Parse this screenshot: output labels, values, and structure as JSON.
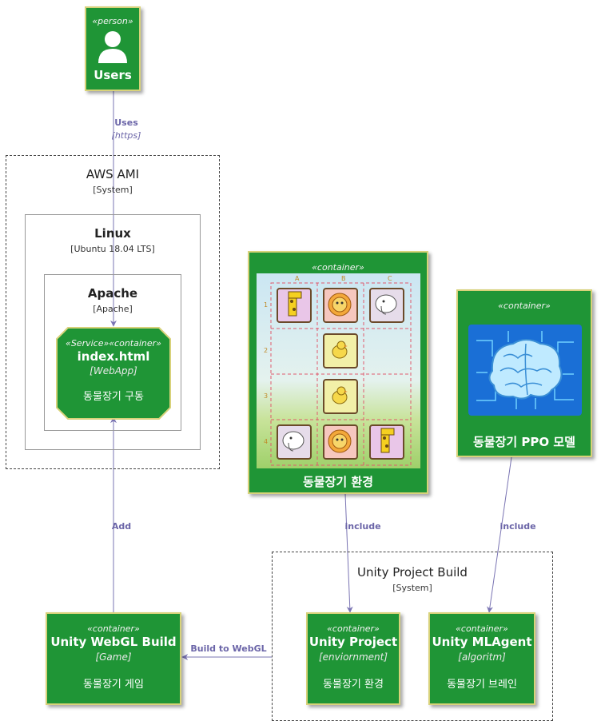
{
  "users": {
    "stereotype": "«person»",
    "name": "Users"
  },
  "aws": {
    "title": "AWS AMI",
    "subtitle": "[System]"
  },
  "linux": {
    "title": "Linux",
    "subtitle": "[Ubuntu 18.04 LTS]"
  },
  "apache": {
    "title": "Apache",
    "subtitle": "[Apache]"
  },
  "index": {
    "stereotype": "«Service»«container»",
    "title": "index.html",
    "tech": "[WebApp]",
    "desc": "동물장기 구동"
  },
  "env": {
    "stereotype": "«container»",
    "title": "동물장기 환경",
    "board": {
      "col_labels": [
        "A",
        "B",
        "C"
      ],
      "row_labels": [
        "1",
        "2",
        "3",
        "4"
      ],
      "pieces": [
        [
          "giraffe",
          "lion",
          "elephant"
        ],
        [
          "",
          "chick",
          ""
        ],
        [
          "",
          "chick",
          ""
        ],
        [
          "elephant",
          "lion",
          "giraffe"
        ]
      ]
    }
  },
  "ppo": {
    "stereotype": "«container»",
    "title": "동물장기 PPO 모델"
  },
  "unity_build": {
    "title": "Unity Project Build",
    "subtitle": "[System]"
  },
  "webgl": {
    "stereotype": "«container»",
    "title": "Unity WebGL  Build",
    "tech": "[Game]",
    "desc": "동물장기 게임"
  },
  "unity_project": {
    "stereotype": "«container»",
    "title": "Unity Project",
    "tech": "[enviornment]",
    "desc": "동물장기 환경"
  },
  "mlagent": {
    "stereotype": "«container»",
    "title": "Unity MLAgent",
    "tech": "[algoritm]",
    "desc": "동물장기 브레인"
  },
  "edges": {
    "uses": {
      "label": "Uses",
      "tech": "[https]"
    },
    "add": {
      "label": "Add"
    },
    "include1": {
      "label": "include"
    },
    "include2": {
      "label": "include"
    },
    "build_to_webgl": {
      "label": "Build to WebGL"
    }
  },
  "colors": {
    "container": "#1f9536",
    "border": "#d8d27a",
    "arrow": "#7a74b3"
  }
}
